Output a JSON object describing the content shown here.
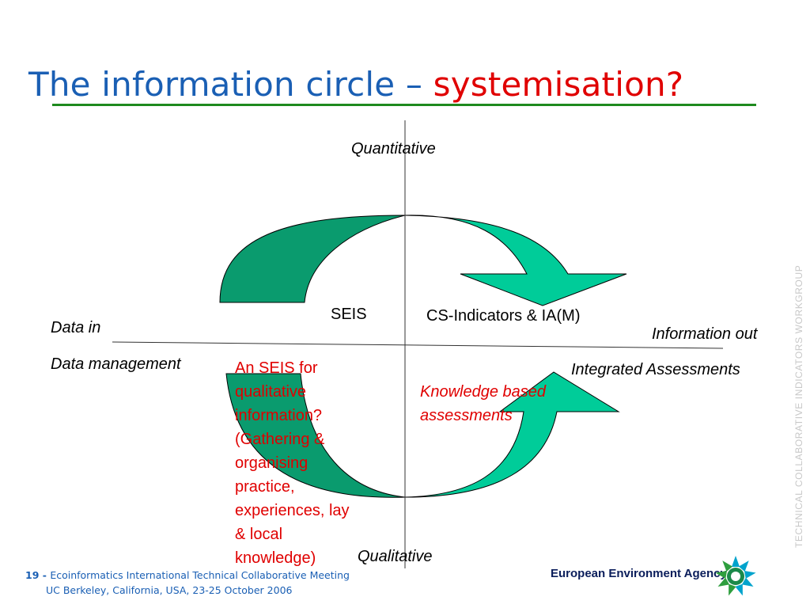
{
  "title": {
    "main": "The information circle – ",
    "accent": "systemisation?"
  },
  "axes": {
    "top": "Quantitative",
    "bottom": "Qualitative",
    "left_top": "Data in",
    "left_bottom": "Data management",
    "right_top": "Information out",
    "right_bottom": "Integrated Assessments"
  },
  "quadrants": {
    "top_left": "SEIS",
    "top_right": "CS-Indicators & IA(M)",
    "bottom_left": "An SEIS for\nqualitative\ninformation?\n(Gathering &\norganising\npractice,\nexperiences, lay\n& local\nknowledge)",
    "bottom_right": "Knowledge based\nassessments"
  },
  "side_text": "TECHNICAL COLLABORATIVE INDICATORS WORKGROUP",
  "footer": {
    "slide_number": "19",
    "separator": " - ",
    "line1": "Ecoinformatics International Technical Collaborative Meeting",
    "line2": "UC Berkeley, California, USA, 23-25 October 2006"
  },
  "agency_name": "European Environment Agency",
  "colors": {
    "dark_arrow": "#0a9b6e",
    "light_arrow": "#00cc99",
    "title": "#1a5fb4",
    "accent": "#e00000",
    "rule": "#1e8a1e"
  }
}
